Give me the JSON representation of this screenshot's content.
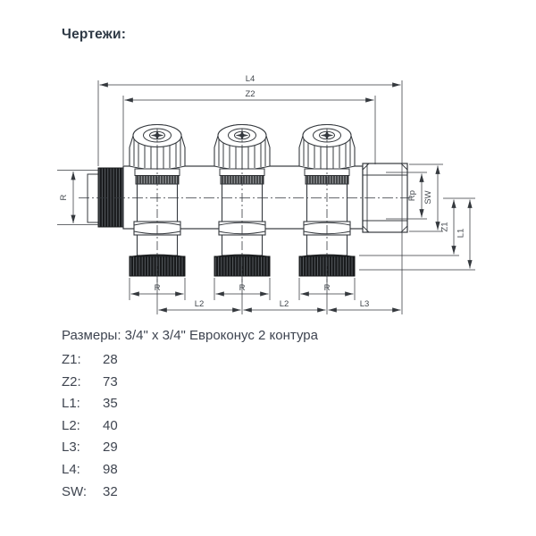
{
  "title": "Чертежи:",
  "drawing": {
    "labels": {
      "l4": "L4",
      "z2": "Z2",
      "r_inlet": "R",
      "rp": "Rp",
      "sw": "SW",
      "z1": "Z1",
      "l1": "L1",
      "r_out": "R",
      "l2": "L2",
      "l3": "L3"
    }
  },
  "specs": {
    "caption": "Размеры: 3/4\" x 3/4\" Евроконус 2 контура",
    "rows": [
      {
        "label": "Z1:",
        "value": "28"
      },
      {
        "label": "Z2:",
        "value": "73"
      },
      {
        "label": "L1:",
        "value": "35"
      },
      {
        "label": "L2:",
        "value": "40"
      },
      {
        "label": "L3:",
        "value": "29"
      },
      {
        "label": "L4:",
        "value": "98"
      },
      {
        "label": "SW:",
        "value": "32"
      }
    ]
  },
  "colors": {
    "line": "#35393e",
    "text": "#41464c",
    "title_text": "#2e3945",
    "thread_fill": "#17191b",
    "background": "#ffffff"
  }
}
